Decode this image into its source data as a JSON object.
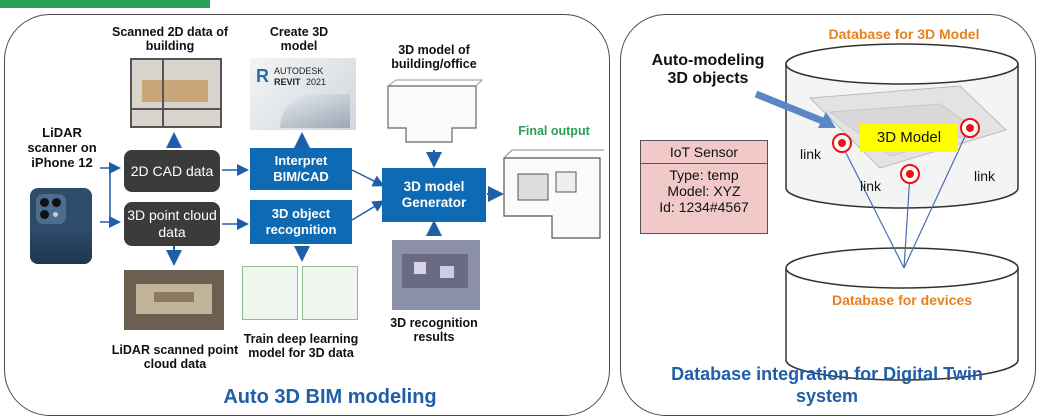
{
  "left_panel": {
    "lidar_label": "LiDAR scanner on iPhone 12",
    "scanned_2d_label": "Scanned 2D data of building",
    "create_3d_label": "Create 3D model",
    "model_building_label": "3D model of building/office",
    "final_output_label": "Final output",
    "cad_box": "2D CAD data",
    "point_cloud_box": "3D point cloud data",
    "interpret_box": "Interpret BIM/CAD",
    "recognition_box": "3D object recognition",
    "generator_box": "3D model Generator",
    "revit_brand": "AUTODESK",
    "revit_product": "REVIT",
    "revit_year": "2021",
    "lidar_scan_label": "LiDAR scanned point cloud data",
    "train_label": "Train deep learning model for 3D data",
    "recognition_results_label": "3D recognition results",
    "panel_title": "Auto 3D BIM modeling"
  },
  "right_panel": {
    "db_3d_label": "Database for 3D Model",
    "auto_modeling_label": "Auto-modeling 3D objects",
    "model_tag": "3D Model",
    "link": "link",
    "iot_title": "IoT Sensor",
    "iot_type": "Type: temp",
    "iot_model": "Model: XYZ",
    "iot_id": "Id: 1234#4567",
    "db_devices_label": "Database for devices",
    "panel_title": "Database integration for Digital Twin system"
  },
  "colors": {
    "accent_blue": "#0e6ab3",
    "title_blue": "#1f5ea8",
    "orange": "#e8801f",
    "green": "#27a153",
    "iot_fill": "#f2c9c9",
    "model_tag": "#ffff00"
  }
}
